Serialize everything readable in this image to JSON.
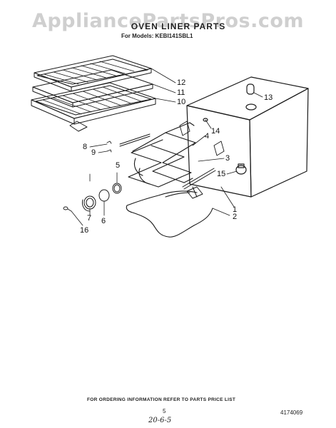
{
  "watermark": "AppliancePartsPros.com",
  "title": "OVEN LINER PARTS",
  "models_line": "For Models: KEBI141SBL1",
  "callouts": {
    "c1": "1",
    "c2": "2",
    "c3": "3",
    "c4": "4",
    "c5": "5",
    "c6": "6",
    "c7": "7",
    "c8": "8",
    "c9": "9",
    "c10": "10",
    "c11": "11",
    "c12": "12",
    "c13": "13",
    "c14": "14",
    "c15": "15",
    "c16": "16"
  },
  "footer": {
    "note": "FOR ORDERING INFORMATION REFER TO PARTS PRICE LIST",
    "page_number": "5",
    "handwritten_date": "20-6-5",
    "part_number": "4174069"
  },
  "colors": {
    "line": "#1a1a1a",
    "watermark": "#cfcfcf",
    "background": "#ffffff"
  }
}
